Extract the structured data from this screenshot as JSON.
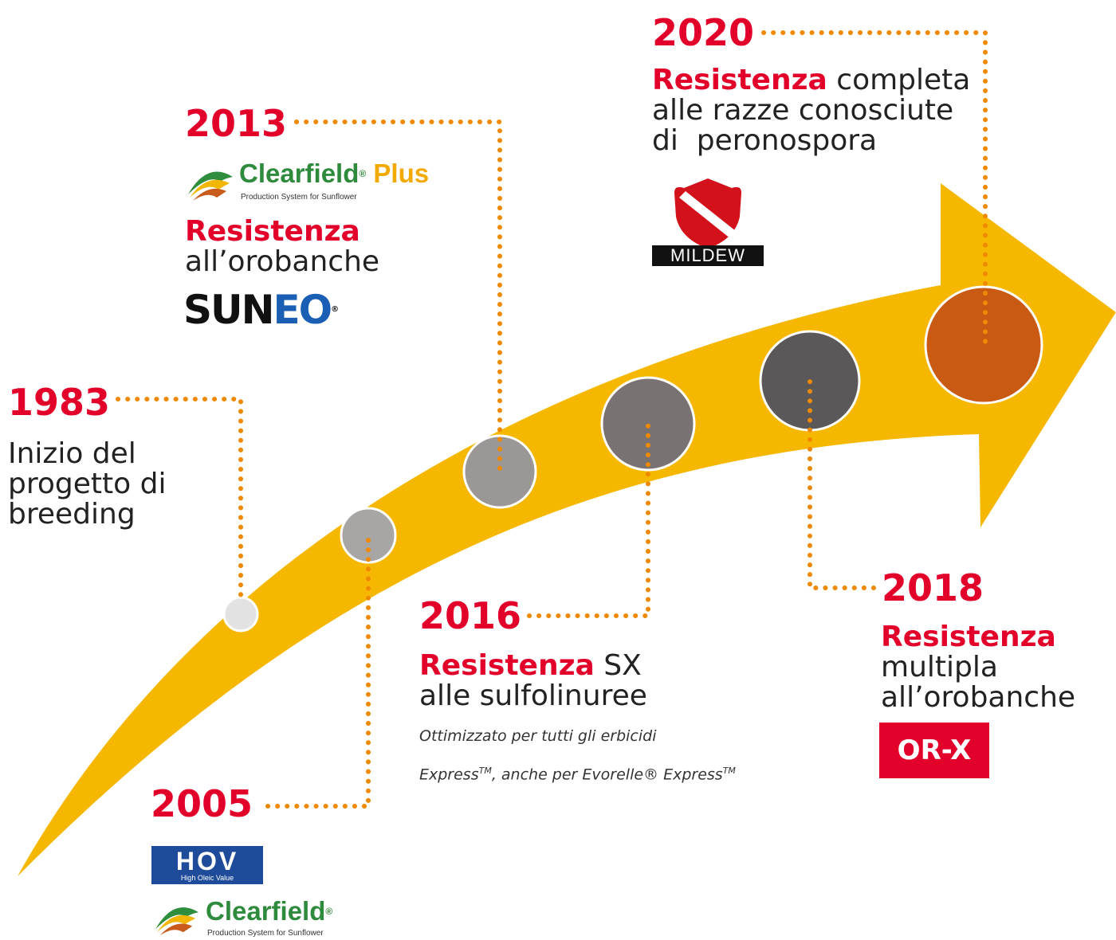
{
  "milestones": {
    "y1983": {
      "year": "1983",
      "lines": [
        "Inizio del",
        "progetto di",
        "breeding"
      ]
    },
    "y2005": {
      "year": "2005",
      "hov": {
        "main": "HOV",
        "sub": "High Oleic Value"
      },
      "clearfield": {
        "name": "Clearfield",
        "sub": "Production System for Sunflower"
      }
    },
    "y2013": {
      "year": "2013",
      "clearfield_plus": {
        "name": "Clearfield",
        "plus": "Plus",
        "sub": "Production System for Sunflower"
      },
      "highlight": "Resistenza",
      "rest": "all’orobanche",
      "suneo": {
        "a": "SUN",
        "b": "EO"
      }
    },
    "y2016": {
      "year": "2016",
      "highlight": "Resistenza",
      "line1_rest": "SX",
      "line2": "alle sulfolinuree",
      "note1": "Ottimizzato per tutti gli erbicidi",
      "note2_a": "Express",
      "note2_b": "TM",
      "note2_c": ", anche per Evorelle® Express",
      "note2_d": "TM"
    },
    "y2018": {
      "year": "2018",
      "highlight": "Resistenza",
      "lines": [
        "multipla",
        "all’orobanche"
      ],
      "badge": "OR-X"
    },
    "y2020": {
      "year": "2020",
      "highlight": "Resistenza",
      "line1_rest": "completa",
      "lines": [
        "alle razze conosciute",
        "di  peronospora"
      ],
      "mildew": "MILDEW"
    }
  },
  "colors": {
    "arrow": "#f6b700",
    "accent": "#e2002b",
    "dots": "#ef8a00",
    "circles": [
      "#e3e2e2",
      "#a8a5a5",
      "#9b9797",
      "#787272",
      "#5a5858",
      "#c85a14"
    ]
  }
}
